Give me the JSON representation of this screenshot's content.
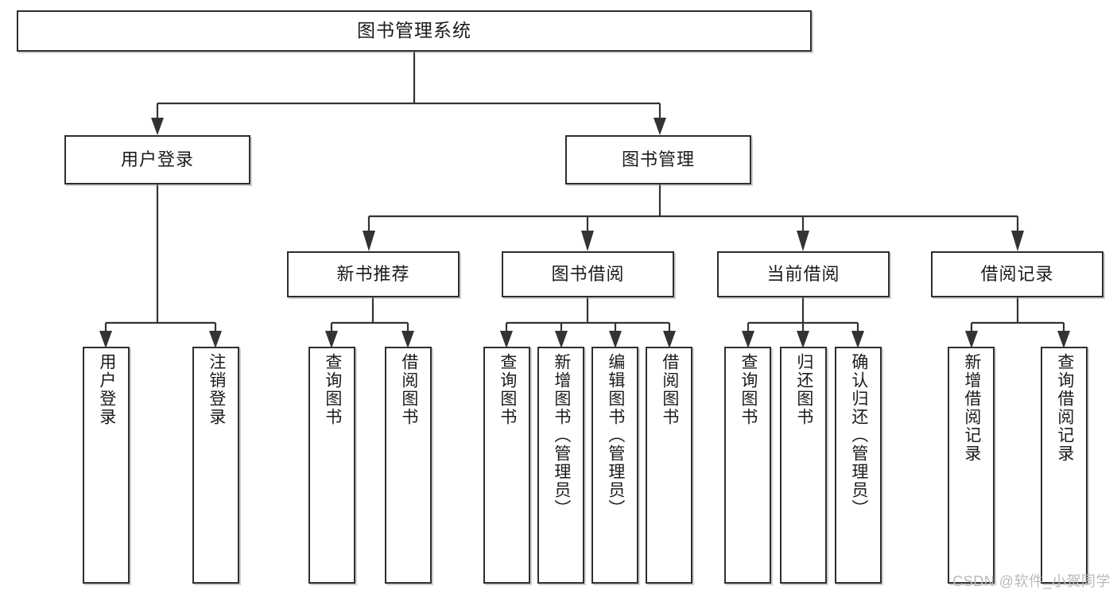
{
  "diagram": {
    "title": "图书管理系统",
    "type": "tree-hierarchy-chart",
    "watermark": "CSDN @软件_小贺同学",
    "colors": {
      "box_border": "#2e2e2e",
      "box_fill": "#ffffff",
      "connector": "#333333",
      "text": "#1b1b1b",
      "watermark": "#b9b9b9"
    }
  },
  "nodes": {
    "root": {
      "label": "图书管理系统"
    },
    "level2": [
      {
        "label": "用户登录"
      },
      {
        "label": "图书管理"
      }
    ],
    "level3": [
      {
        "label": "新书推荐"
      },
      {
        "label": "图书借阅"
      },
      {
        "label": "当前借阅"
      },
      {
        "label": "借阅记录"
      }
    ],
    "leaves": {
      "user_login": [
        {
          "label": "用户登录"
        },
        {
          "label": "注销登录"
        }
      ],
      "new_book_recommend": [
        {
          "label": "查询图书"
        },
        {
          "label": "借阅图书"
        }
      ],
      "book_borrow": [
        {
          "label": "查询图书"
        },
        {
          "label": "新增图书（管理员）"
        },
        {
          "label": "编辑图书（管理员）"
        },
        {
          "label": "借阅图书"
        }
      ],
      "current_borrow": [
        {
          "label": "查询图书"
        },
        {
          "label": "归还图书"
        },
        {
          "label": "确认归还（管理员）"
        }
      ],
      "borrow_records": [
        {
          "label": "新增借阅记录"
        },
        {
          "label": "查询借阅记录"
        }
      ]
    }
  }
}
